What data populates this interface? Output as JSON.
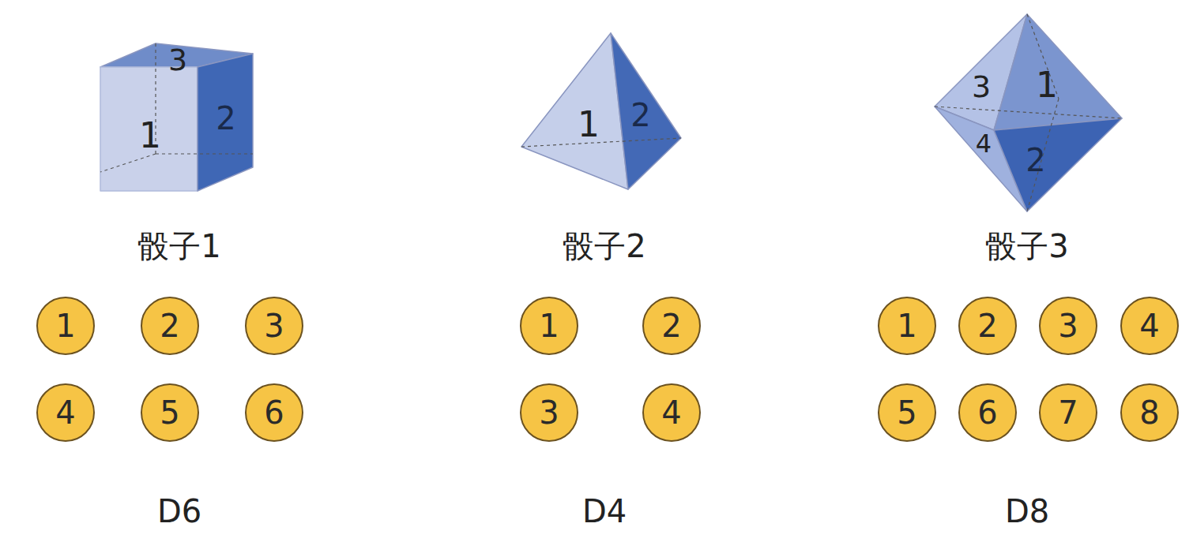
{
  "diagram": {
    "nodes": [
      {
        "text": [
          "1"
        ]
      },
      {
        "text": [
          "2"
        ]
      },
      {
        "text": [
          "3"
        ]
      },
      {
        "text": [
          "4"
        ]
      },
      {
        "text": [
          "5"
        ]
      },
      {
        "text": [
          "6"
        ]
      },
      {
        "text": [
          "1"
        ]
      },
      {
        "text": [
          "2"
        ]
      },
      {
        "text": [
          "3"
        ]
      },
      {
        "text": [
          "4"
        ]
      },
      {
        "text": [
          "1"
        ]
      },
      {
        "text": [
          "2"
        ]
      },
      {
        "text": [
          "3"
        ]
      },
      {
        "text": [
          "4"
        ]
      },
      {
        "text": [
          "5"
        ]
      },
      {
        "text": [
          "6"
        ]
      },
      {
        "text": [
          "7"
        ]
      },
      {
        "text": [
          "8"
        ]
      }
    ],
    "labels": [
      "3",
      "1",
      "2",
      "1",
      "2",
      "3",
      "1",
      "4",
      "2",
      "骰子1",
      "骰子2",
      "骰子3",
      "D6",
      "D4",
      "D8"
    ]
  }
}
